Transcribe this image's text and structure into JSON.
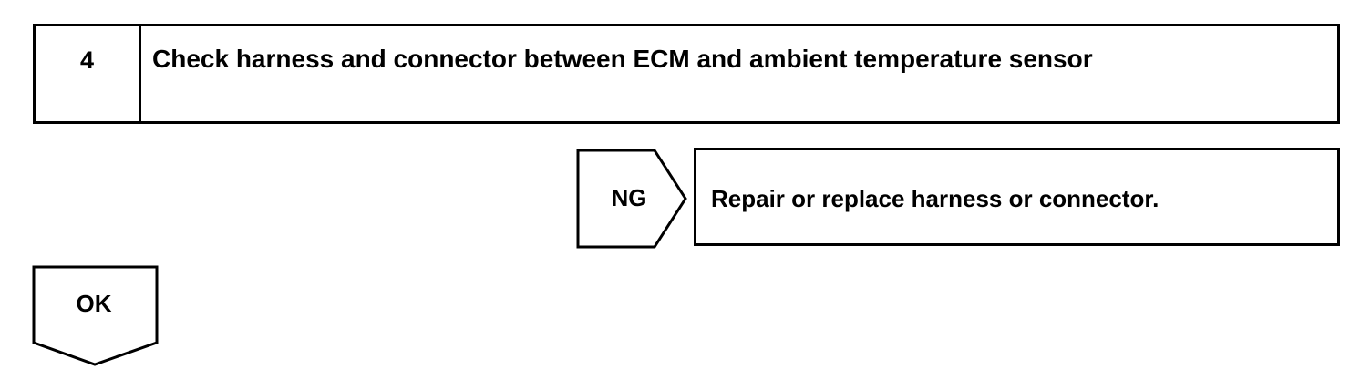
{
  "step": {
    "number": "4",
    "title": "Check harness and connector between ECM and ambient temperature sensor"
  },
  "ng_branch": {
    "label": "NG",
    "action": "Repair or replace harness or connector."
  },
  "ok_branch": {
    "label": "OK"
  }
}
